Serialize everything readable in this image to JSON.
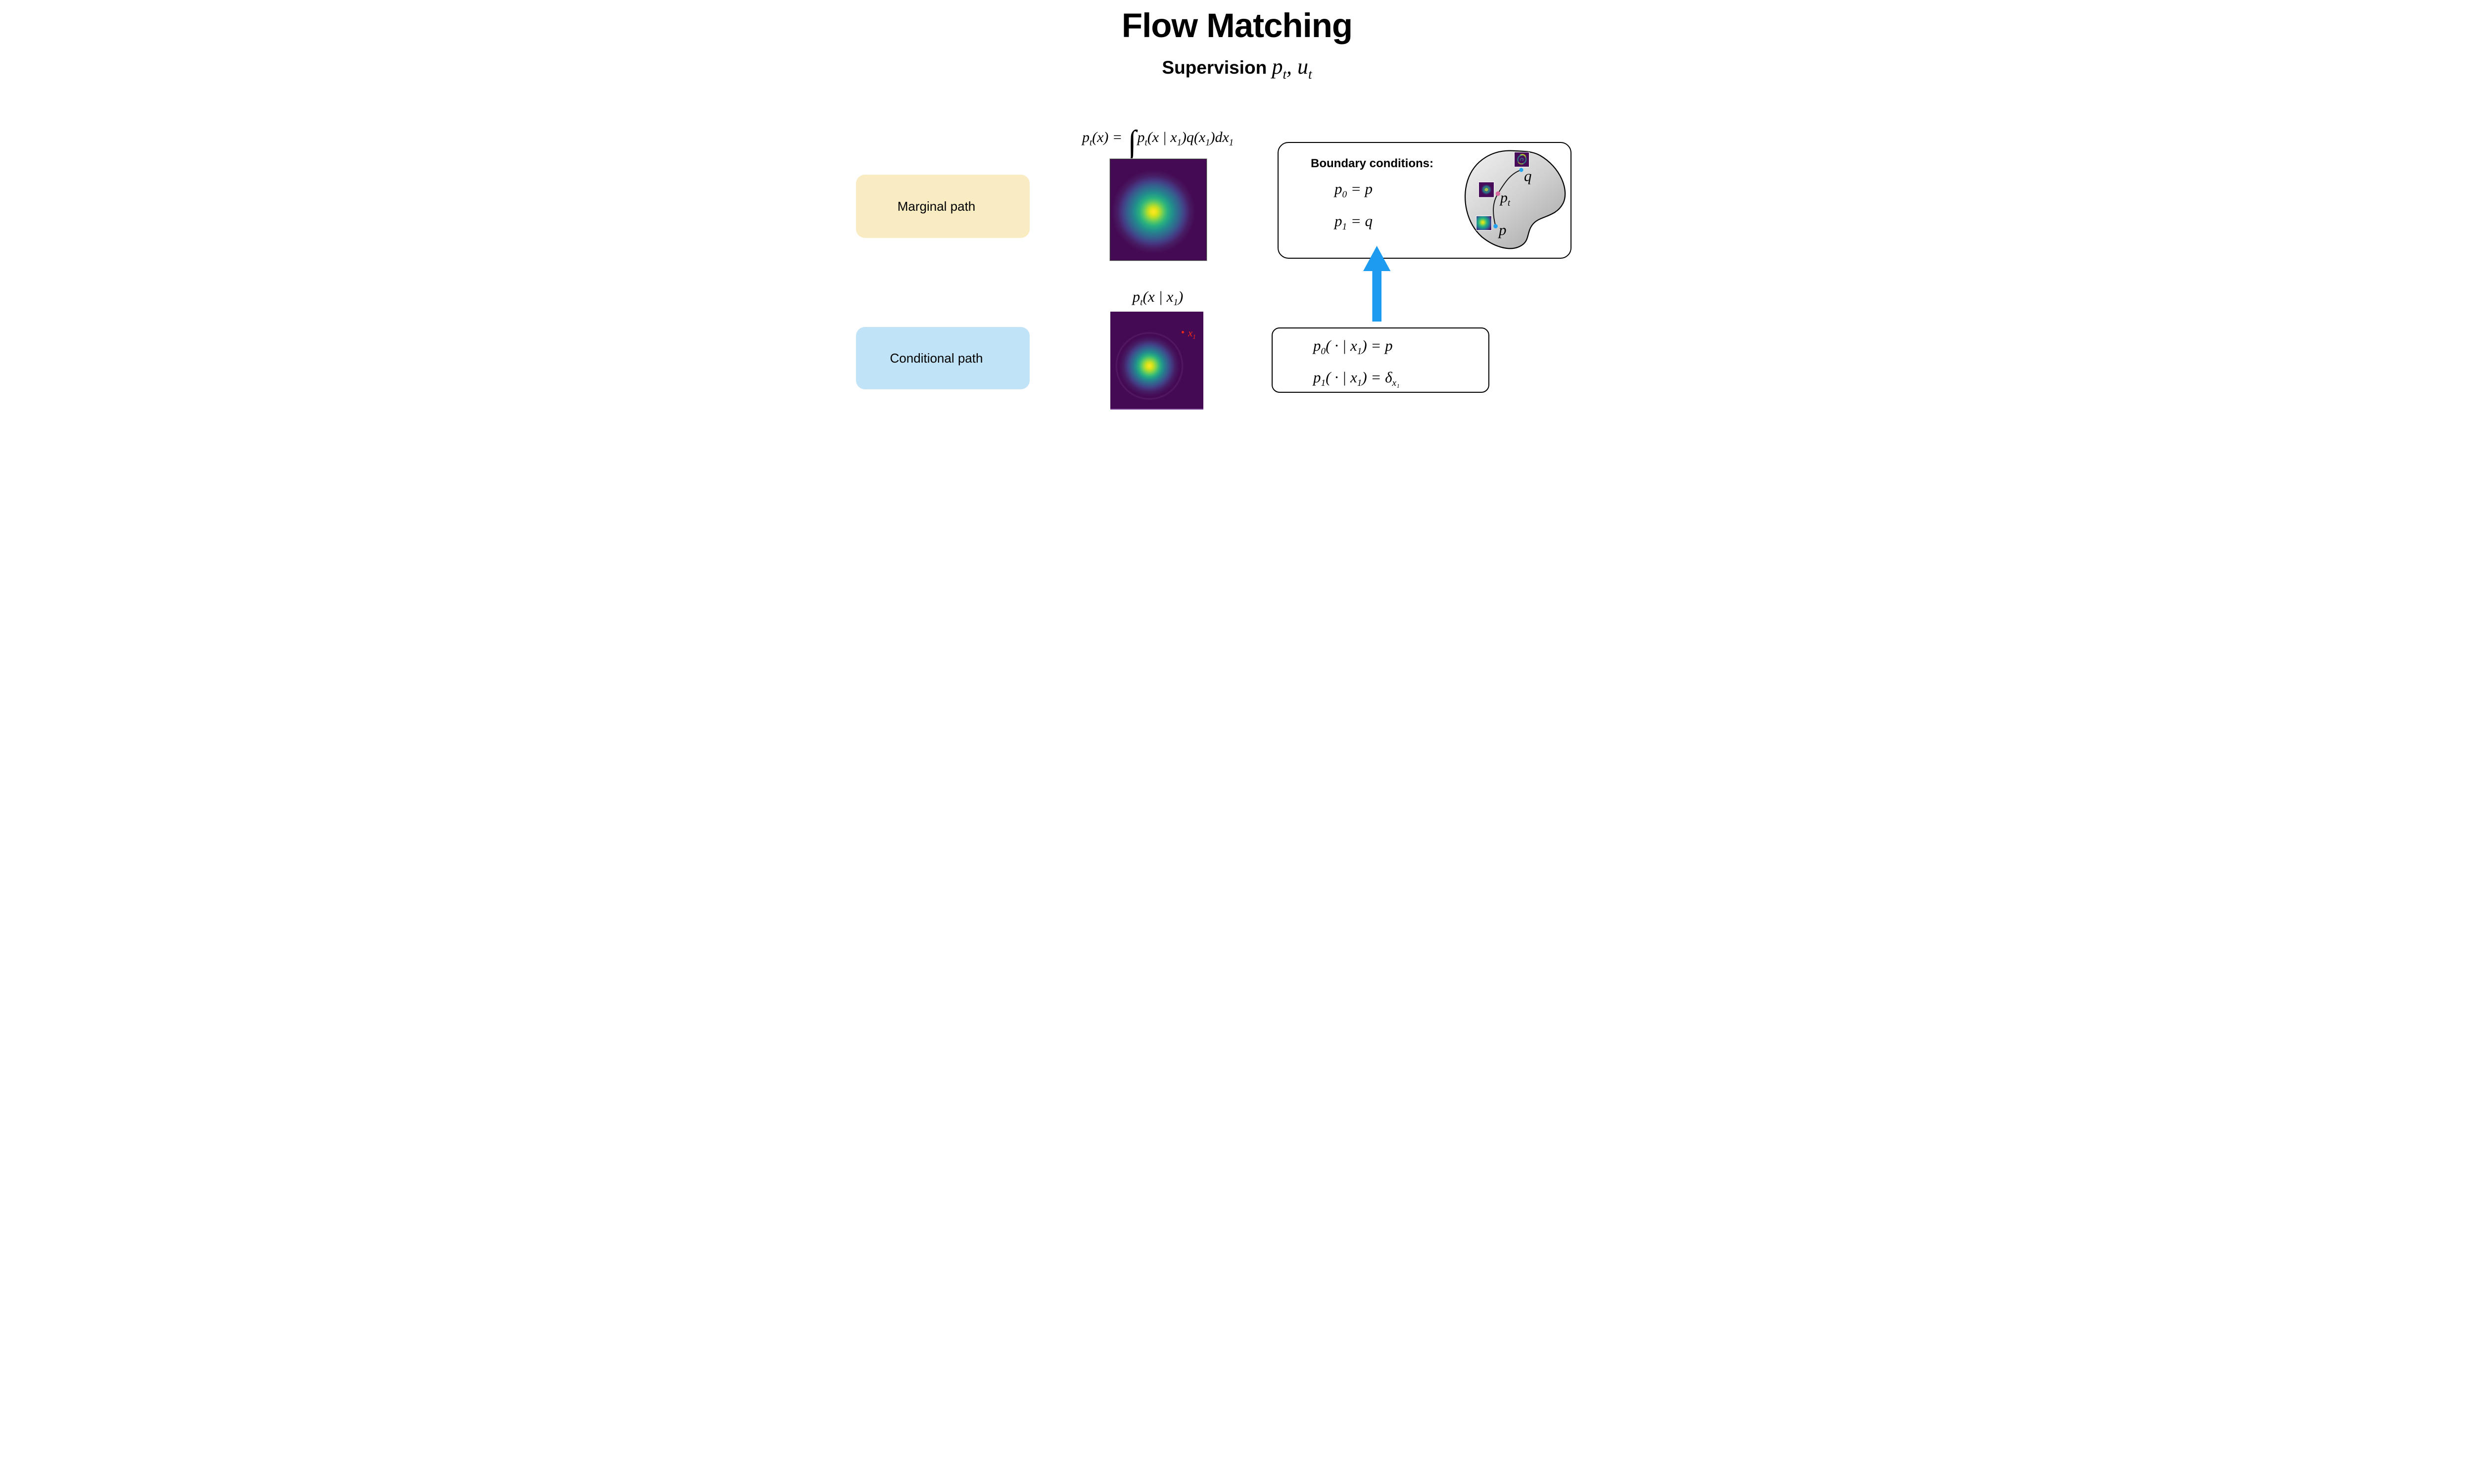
{
  "slide": {
    "title": "Flow Matching",
    "subtitle_prefix": "Supervision ",
    "subtitle_math": "p_{t}, u_{t}"
  },
  "marginal": {
    "tag_label": "Marginal path",
    "formula": "p_{t}(x) = ∫p_{t}(x | x_{1})q(x_{1})dx_{1}"
  },
  "conditional": {
    "tag_label": "Conditional path",
    "heatmap_title": "p_{t}(x | x_{1})",
    "point_label": "x_{1}"
  },
  "boundary_box": {
    "heading": "Boundary conditions:",
    "eq1": "p_{0} = p",
    "eq2": "p_{1} = q",
    "manifold_labels": {
      "q": "q",
      "pt": "p_{t}",
      "p": "p"
    }
  },
  "conditional_box": {
    "eq1": "p_{0}( · | x_{1}) = p",
    "eq2": "p_{1}( · | x_{1}) = δ_{x₁}"
  },
  "colors": {
    "yellow-box": "#f9ecc3",
    "blue-box": "#c0e3f7",
    "arrow-blue": "#1d9bf1",
    "red-point": "#ee2917",
    "pink-point": "#d8679f",
    "blue-point": "#22a2f2",
    "viridis-bg": "#450a54",
    "viridis-peak": "#fde725"
  }
}
